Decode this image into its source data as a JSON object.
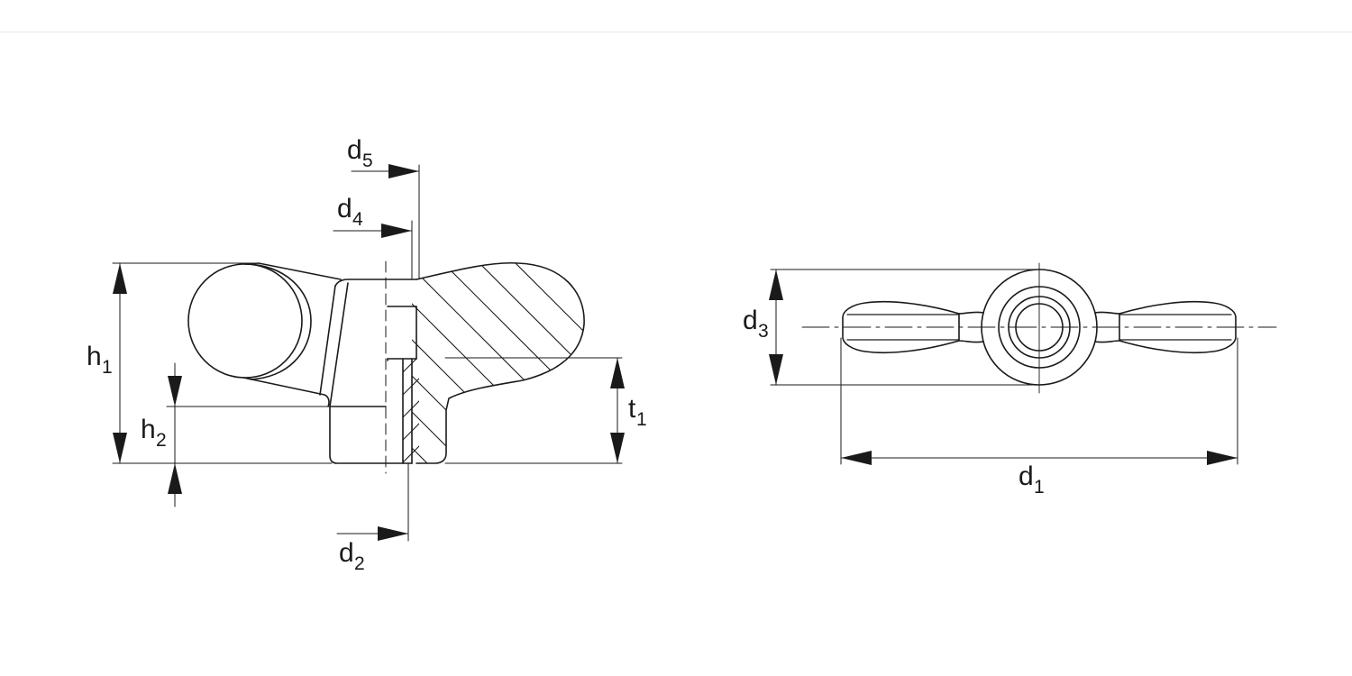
{
  "labels": {
    "d5": {
      "base": "d",
      "sub": "5"
    },
    "d4": {
      "base": "d",
      "sub": "4"
    },
    "h1": {
      "base": "h",
      "sub": "1"
    },
    "h2": {
      "base": "h",
      "sub": "2"
    },
    "t1": {
      "base": "t",
      "sub": "1"
    },
    "d2": {
      "base": "d",
      "sub": "2"
    },
    "d3": {
      "base": "d",
      "sub": "3"
    },
    "d1": {
      "base": "d",
      "sub": "1"
    }
  }
}
